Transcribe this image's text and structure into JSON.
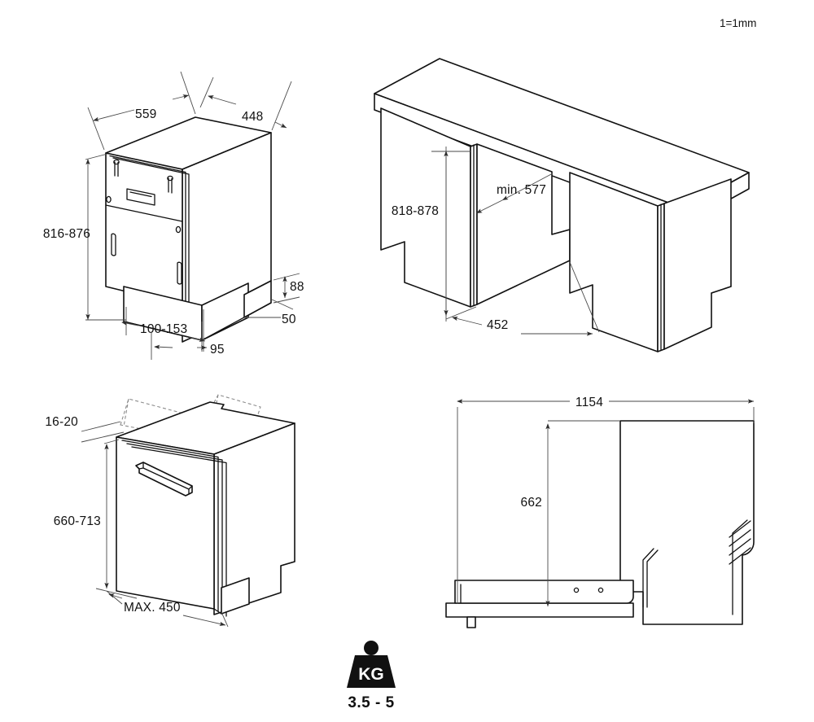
{
  "sheet": {
    "title": "Dishwasher installation dimension drawing",
    "scale_note": "1=1mm",
    "background_color": "#ffffff",
    "line_color": "#111111",
    "dimension_line_color": "#4a4a4a"
  },
  "views": {
    "front_top_left": {
      "name": "front-isometric-view",
      "dimensions": {
        "depth_top": "559",
        "width_top": "448",
        "height_range": "816-876",
        "plinth_range": "100-153",
        "foot_offset": "95",
        "kick_height": "88",
        "kick_depth": "50"
      }
    },
    "cabinet_top_right": {
      "name": "cabinet-niche-view",
      "dimensions": {
        "niche_height": "818-878",
        "niche_depth_min": "min. 577",
        "niche_width": "452"
      }
    },
    "door_bottom_left": {
      "name": "decor-panel-view",
      "dimensions": {
        "gap_top": "16-20",
        "panel_height_range": "660-713",
        "panel_width_max": "MAX. 450"
      }
    },
    "open_door_bottom_right": {
      "name": "open-door-side-view",
      "dimensions": {
        "open_door_reach": "1154",
        "door_height": "662"
      }
    }
  },
  "weight_badge": {
    "name": "weight-badge",
    "unit_label": "KG",
    "value": "3.5 - 5"
  }
}
